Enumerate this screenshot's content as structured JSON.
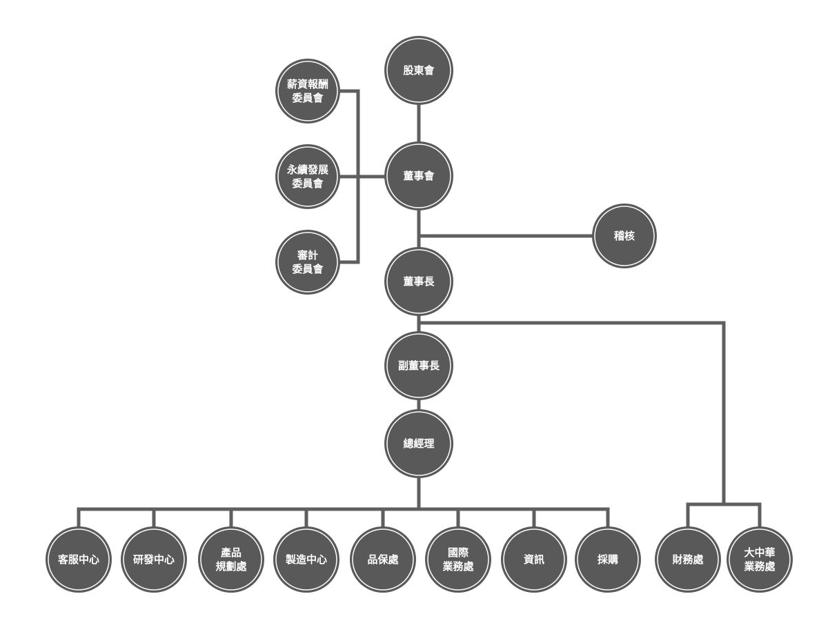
{
  "chart_data": {
    "type": "org-chart",
    "colors": {
      "node_fill": "#595959",
      "node_ring": "#ffffff",
      "line": "#5f5f5f",
      "text": "#ffffff"
    },
    "nodes": [
      {
        "id": "shareholders",
        "lines": [
          "股東會"
        ]
      },
      {
        "id": "comp",
        "lines": [
          "薪資報酬",
          "委員會"
        ]
      },
      {
        "id": "sustain",
        "lines": [
          "永續發展",
          "委員會"
        ]
      },
      {
        "id": "board",
        "lines": [
          "董事會"
        ]
      },
      {
        "id": "auditcommittee",
        "lines": [
          "審計",
          "委員會"
        ]
      },
      {
        "id": "internal_audit",
        "lines": [
          "稽核"
        ]
      },
      {
        "id": "chairman",
        "lines": [
          "董事長"
        ]
      },
      {
        "id": "vicechair",
        "lines": [
          "副董事長"
        ]
      },
      {
        "id": "gm",
        "lines": [
          "總經理"
        ]
      },
      {
        "id": "cs",
        "lines": [
          "客服中心"
        ]
      },
      {
        "id": "rd",
        "lines": [
          "研發中心"
        ]
      },
      {
        "id": "pp",
        "lines": [
          "產品",
          "規劃處"
        ]
      },
      {
        "id": "mfg",
        "lines": [
          "製造中心"
        ]
      },
      {
        "id": "qa",
        "lines": [
          "品保處"
        ]
      },
      {
        "id": "intl",
        "lines": [
          "國際",
          "業務處"
        ]
      },
      {
        "id": "it",
        "lines": [
          "資訊"
        ]
      },
      {
        "id": "purchase",
        "lines": [
          "採購"
        ]
      },
      {
        "id": "finance",
        "lines": [
          "財務處"
        ]
      },
      {
        "id": "gc",
        "lines": [
          "大中華",
          "業務處"
        ]
      }
    ]
  }
}
